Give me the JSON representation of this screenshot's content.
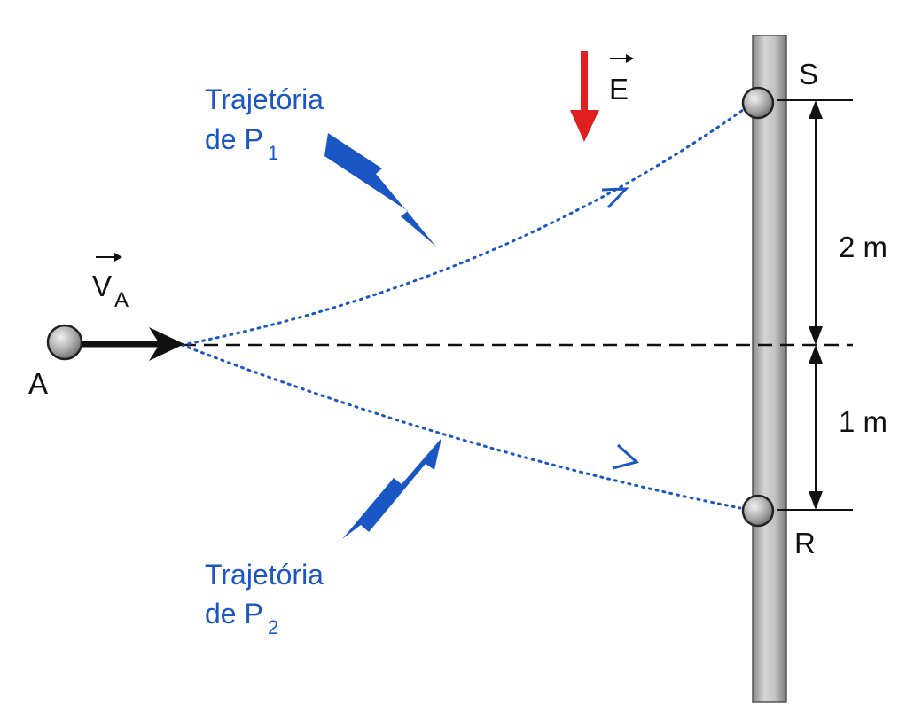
{
  "labels": {
    "point_a": "A",
    "velocity_symbol": "V",
    "velocity_subscript": "A",
    "field_symbol": "E",
    "point_s": "S",
    "point_r": "R"
  },
  "dimensions": {
    "upper": "2 m",
    "lower": "1 m"
  },
  "trajectories": {
    "p1": {
      "line1": "Trajetória",
      "line2_prefix": "de P",
      "subscript": "1"
    },
    "p2": {
      "line1": "Trajetória",
      "line2_prefix": "de P",
      "subscript": "2"
    }
  },
  "colors": {
    "trajectory": "#1b57c4",
    "field_arrow": "#e02020",
    "rod": "#b8b8b8",
    "ink": "#111111"
  }
}
